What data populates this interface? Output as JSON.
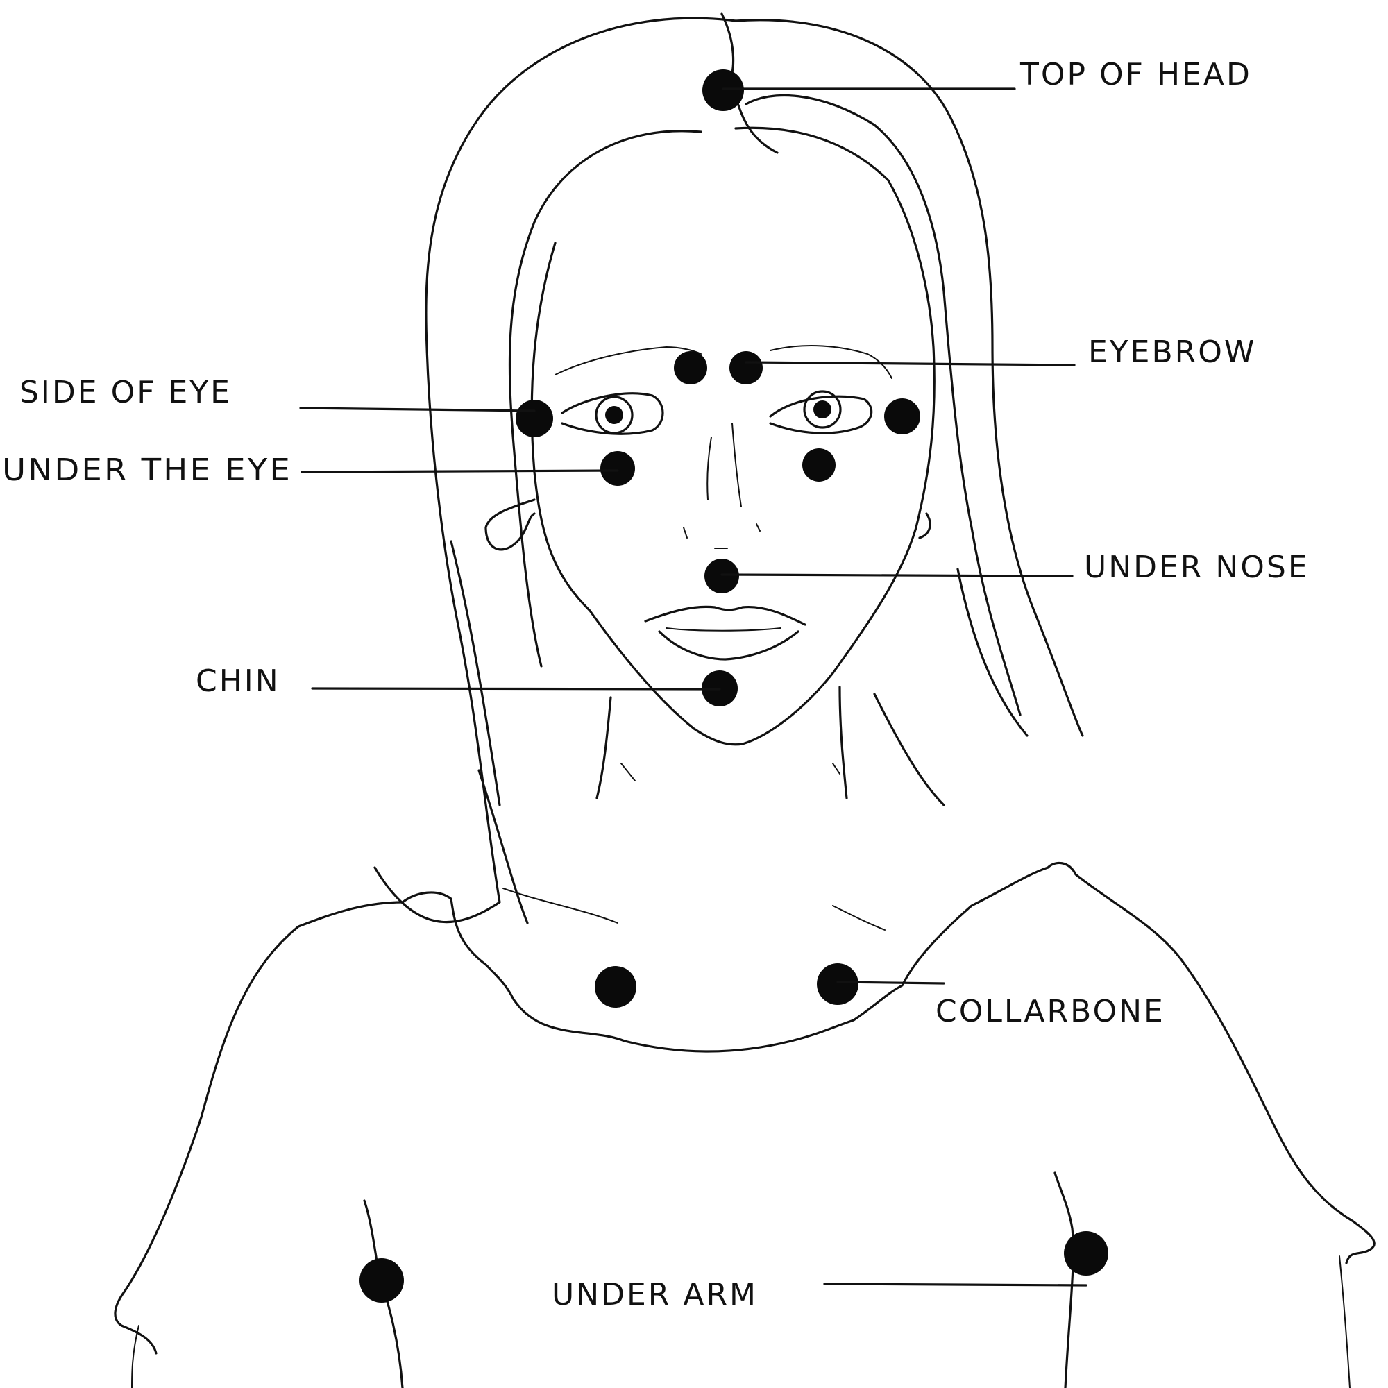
{
  "diagram": {
    "colors": {
      "ink": "#111111",
      "dot": "#0a0a0a",
      "background": "#ffffff"
    },
    "labels": {
      "top_of_head": "TOP OF HEAD",
      "eyebrow": "EYEBROW",
      "side_of_eye": "SIDE OF EYE",
      "under_the_eye": "UNDER THE EYE",
      "under_nose": "UNDER NOSE",
      "chin": "CHIN",
      "collarbone": "COLLARBONE",
      "under_arm": "UNDER ARM"
    }
  }
}
